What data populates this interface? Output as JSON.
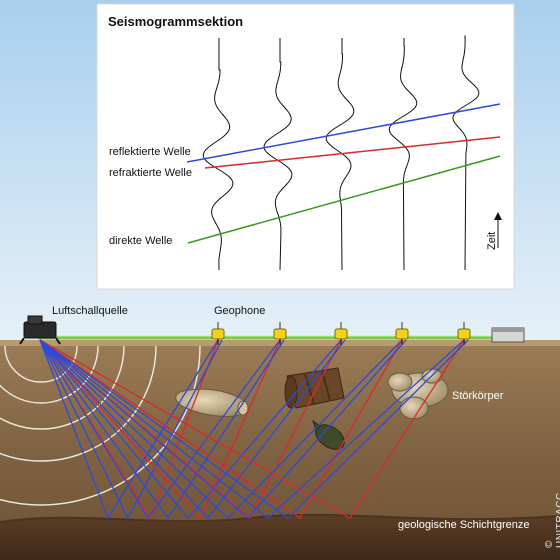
{
  "seismogram": {
    "title": "Seismogrammsektion",
    "reflected_wave": "reflektierte Welle",
    "refracted_wave": "refraktierte Welle",
    "direct_wave": "direkte Welle",
    "time_axis": "Zeit"
  },
  "field": {
    "air_source": "Luftschallquelle",
    "geophones": "Geophone",
    "anomaly": "Störkörper",
    "boundary": "geologische Schichtgrenze"
  },
  "credit": "© UNITRACC",
  "colors": {
    "reflected": "#2b4bd8",
    "refracted": "#d82b2b",
    "direct": "#3a9a1e",
    "sky_top": "#b5d6ef",
    "soil": "#8a6d48"
  }
}
